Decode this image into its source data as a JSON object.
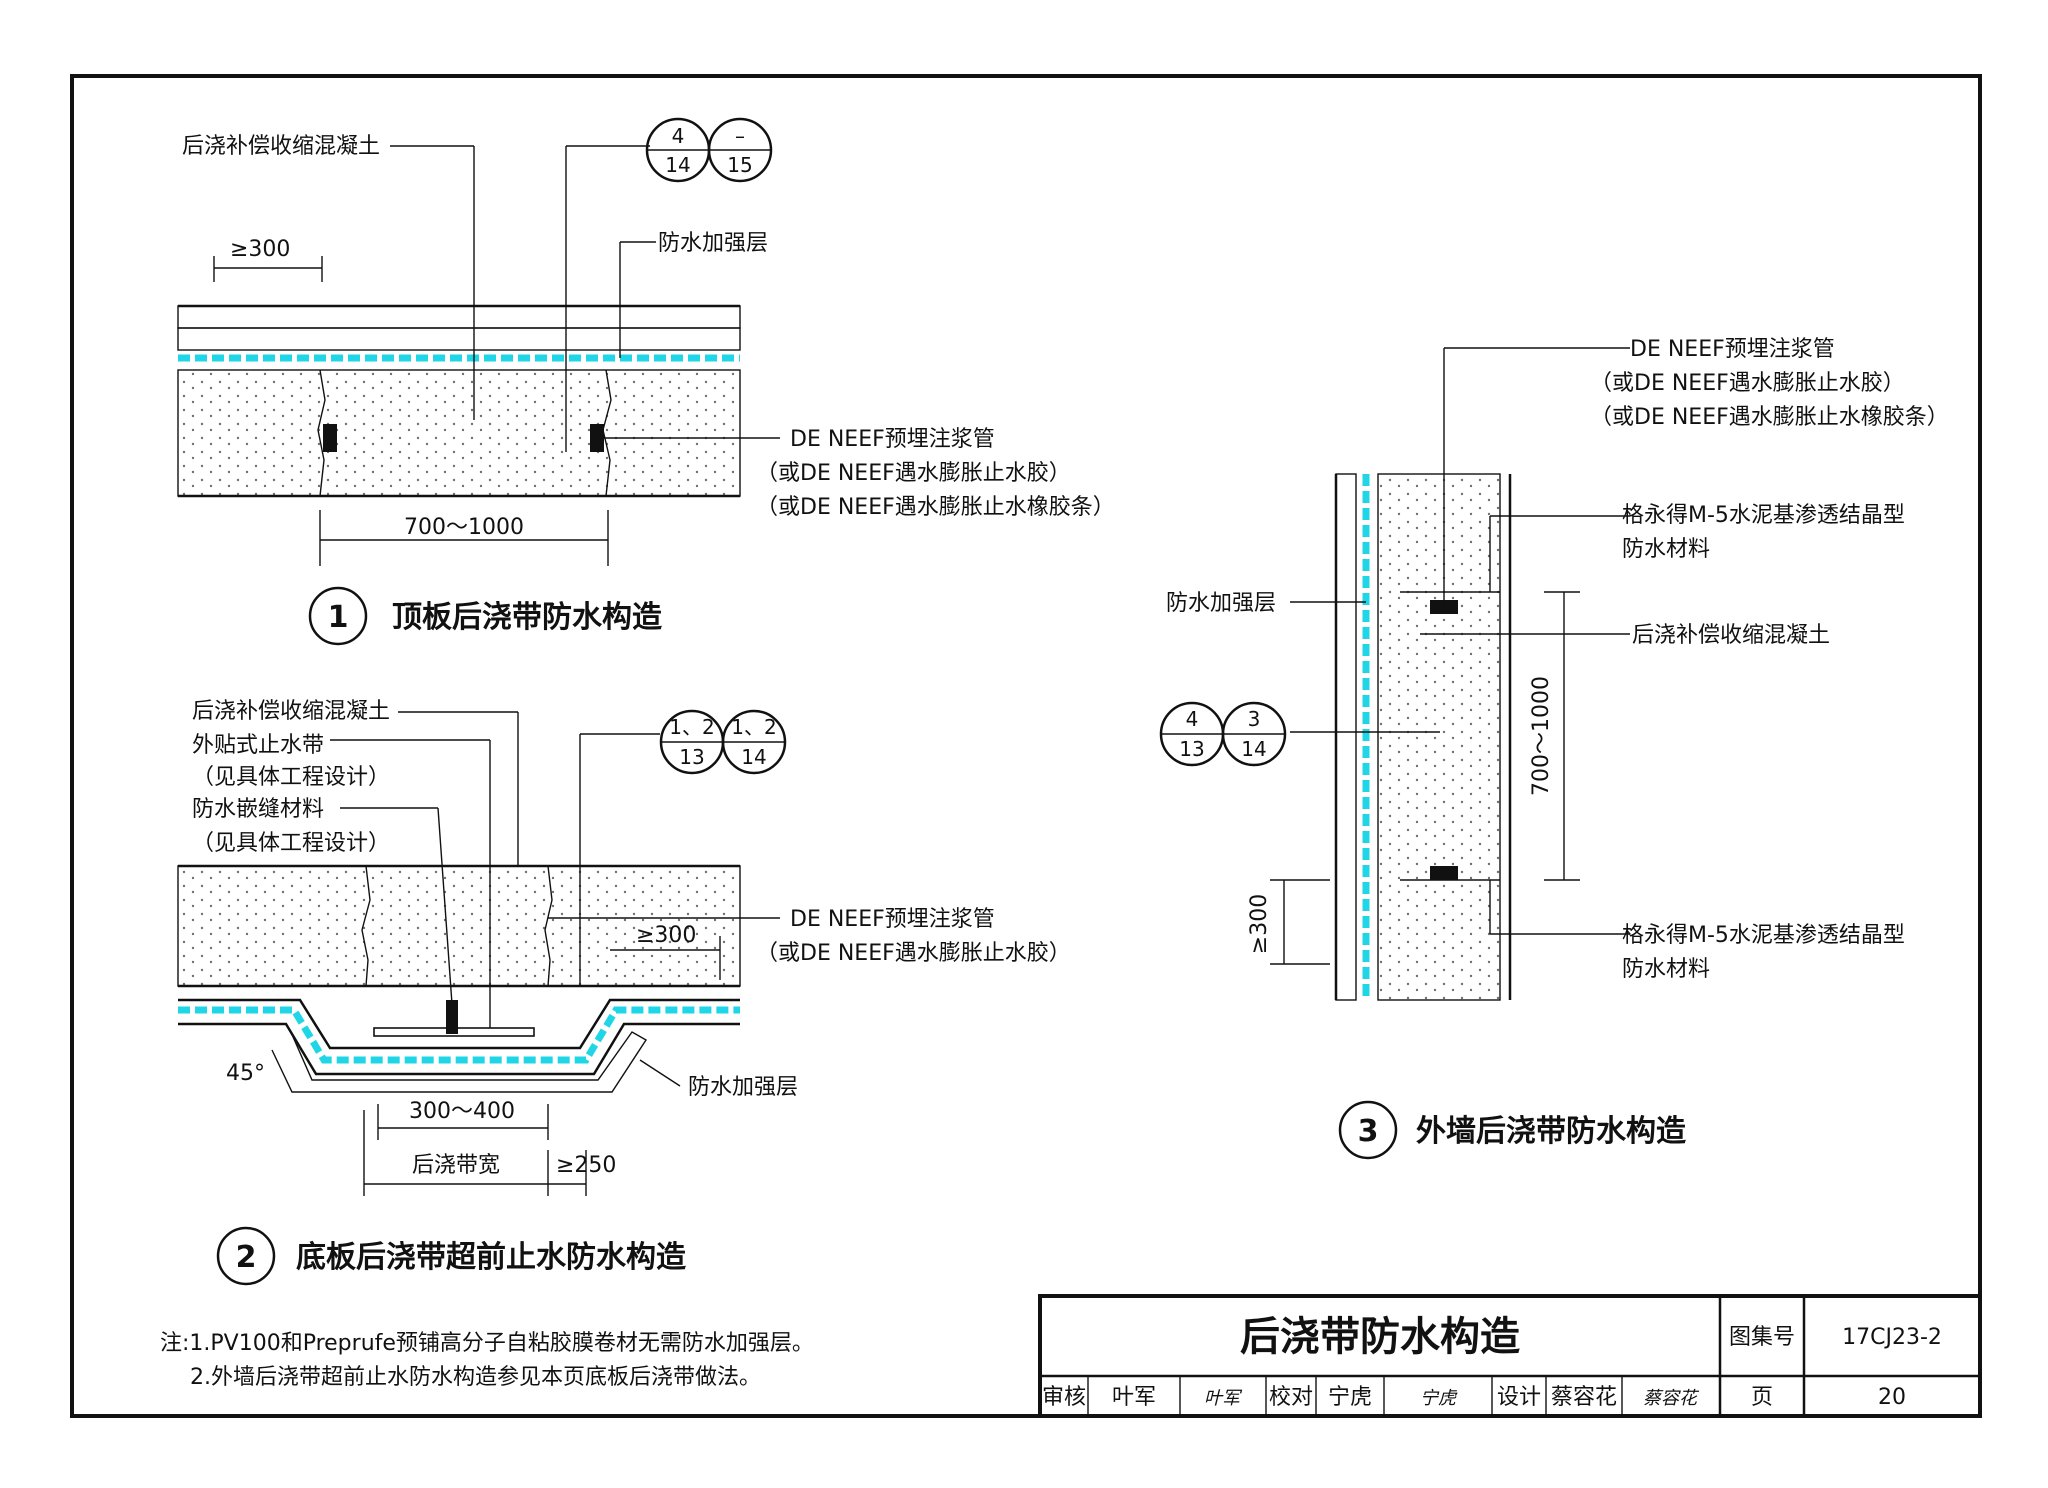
{
  "sheet": {
    "title": "后浇带防水构造",
    "atlas_label": "图集号",
    "atlas_no": "17CJ23-2",
    "page_label": "页",
    "page_no": "20",
    "sign": [
      {
        "role": "审核",
        "name": "叶军",
        "signature": "叶军"
      },
      {
        "role": "校对",
        "name": "宁虎",
        "signature": "宁虎"
      },
      {
        "role": "设计",
        "name": "蔡容花",
        "signature": "蔡容花"
      }
    ]
  },
  "notes": {
    "line1": "注:1.PV100和Preprufe预铺高分子自粘胶膜卷材无需防水加强层。",
    "line2": "2.外墙后浇带超前止水防水构造参见本页底板后浇带做法。"
  },
  "d1": {
    "num": "1",
    "title": "顶板后浇带防水构造",
    "concrete": "后浇补偿收缩混凝土",
    "reinforce": "防水加强层",
    "dim_top": "≥300",
    "dim_bottom": "700～1000",
    "ref1_top": "4",
    "ref1_bot": "14",
    "ref2_top": "–",
    "ref2_bot": "15",
    "pipe1": "DE NEEF预埋注浆管",
    "pipe2": "（或DE NEEF遇水膨胀止水胶）",
    "pipe3": "（或DE NEEF遇水膨胀止水橡胶条）"
  },
  "d2": {
    "num": "2",
    "title": "底板后浇带超前止水防水构造",
    "concrete": "后浇补偿收缩混凝土",
    "waterstop": "外贴式止水带",
    "see1": "（见具体工程设计）",
    "sealant": "防水嵌缝材料",
    "see2": "（见具体工程设计）",
    "ref1_top": "1、2",
    "ref1_bot": "13",
    "ref2_top": "1、2",
    "ref2_bot": "14",
    "pipe1": "DE NEEF预埋注浆管",
    "pipe2": "（或DE NEEF遇水膨胀止水胶）",
    "dim_300": "≥300",
    "angle": "45°",
    "reinforce": "防水加强层",
    "dim_300_400": "300～400",
    "width": "后浇带宽",
    "dim_250": "≥250"
  },
  "d3": {
    "num": "3",
    "title": "外墙后浇带防水构造",
    "pipe1": "DE NEEF预埋注浆管",
    "pipe2": "（或DE NEEF遇水膨胀止水胶）",
    "pipe3": "（或DE NEEF遇水膨胀止水橡胶条）",
    "crystal1a": "格永得M-5水泥基渗透结晶型",
    "crystal1b": "防水材料",
    "reinforce": "防水加强层",
    "concrete": "后浇补偿收缩混凝土",
    "ref1_top": "4",
    "ref1_bot": "13",
    "ref2_top": "3",
    "ref2_bot": "14",
    "dim_height": "700～1000",
    "dim_300": "≥300",
    "crystal2a": "格永得M-5水泥基渗透结晶型",
    "crystal2b": "防水材料"
  }
}
